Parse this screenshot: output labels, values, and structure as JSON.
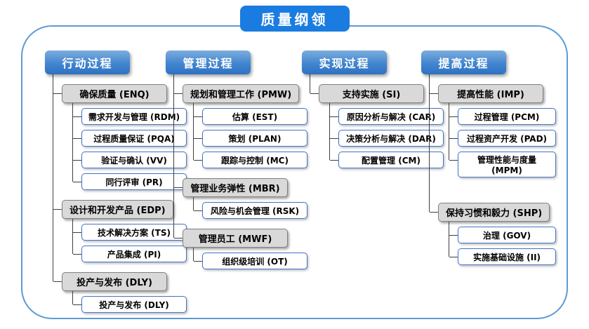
{
  "title": "质量纲领",
  "colors": {
    "title_bg": "#1a7ce0",
    "header_gradient_top": "#7cadde",
    "header_gradient_bottom": "#2e72c2",
    "frame_border": "#5b9bd5",
    "group_box_bg": "#d9d9d9",
    "item_box_border": "#4472c4",
    "connector": "#3f3f3f"
  },
  "columns": [
    {
      "header": "行动过程",
      "groups": [
        {
          "label": "确保质量 (ENQ)",
          "items": [
            "需求开发与管理 (RDM)",
            "过程质量保证 (PQA)",
            "验证与确认 (VV)",
            "同行评审 (PR)"
          ]
        },
        {
          "label": "设计和开发产品 (EDP)",
          "items": [
            "技术解决方案 (TS)",
            "产品集成 (PI)"
          ]
        },
        {
          "label": "投产与发布 (DLY)",
          "items": [
            "投产与发布 (DLY)"
          ]
        }
      ]
    },
    {
      "header": "管理过程",
      "groups": [
        {
          "label": "规划和管理工作 (PMW)",
          "items": [
            "估算 (EST)",
            "策划 (PLAN)",
            "跟踪与控制 (MC)"
          ]
        },
        {
          "label": "管理业务弹性 (MBR)",
          "items": [
            "风险与机会管理 (RSK)"
          ]
        },
        {
          "label": "管理员工 (MWF)",
          "items": [
            "组织级培训 (OT)"
          ]
        }
      ]
    },
    {
      "header": "实现过程",
      "groups": [
        {
          "label": "支持实施 (SI)",
          "items": [
            "原因分析与解决 (CAR)",
            "决策分析与解决 (DAR)",
            "配置管理 (CM)"
          ]
        }
      ]
    },
    {
      "header": "提高过程",
      "groups": [
        {
          "label": "提高性能 (IMP)",
          "items": [
            "过程管理 (PCM)",
            "过程资产开发 (PAD)",
            "管理性能与度量 (MPM)"
          ]
        },
        {
          "label": "保持习惯和毅力 (SHP)",
          "gap_before": true,
          "items": [
            "治理 (GOV)",
            "实施基础设施 (II)"
          ]
        }
      ]
    }
  ]
}
